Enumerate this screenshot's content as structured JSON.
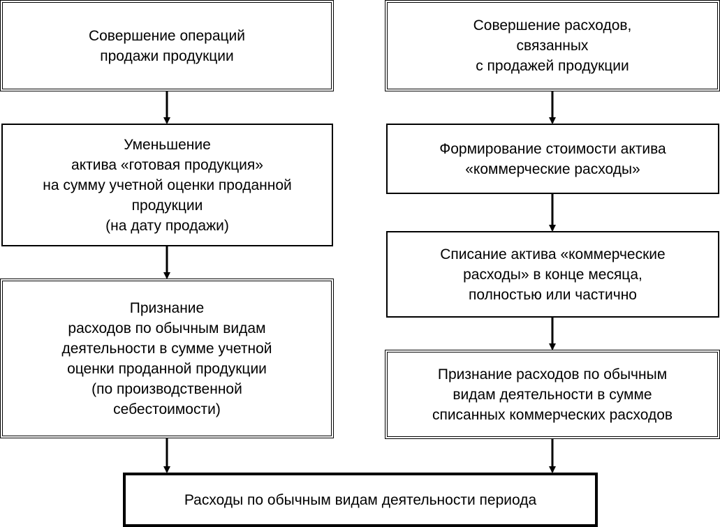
{
  "diagram": {
    "left_column": [
      {
        "id": "l1",
        "text": "Совершение операций\nпродажи продукции"
      },
      {
        "id": "l2",
        "text": "Уменьшение\nактива «готовая продукция»\nна сумму учетной оценки проданной\nпродукции\n(на дату продажи)"
      },
      {
        "id": "l3",
        "text": "Признание\nрасходов по обычным видам\nдеятельности в сумме учетной\nоценки проданной продукции\n(по производственной\nсебестоимости)"
      }
    ],
    "right_column": [
      {
        "id": "r1",
        "text": "Совершение расходов,\nсвязанных\nс продажей продукции"
      },
      {
        "id": "r2",
        "text": "Формирование стоимости актива\n«коммерческие расходы»"
      },
      {
        "id": "r3",
        "text": "Списание актива «коммерческие\nрасходы» в конце месяца,\nполностью или частично"
      },
      {
        "id": "r4",
        "text": "Признание расходов по обычным\nвидам деятельности в сумме\nсписанных коммерческих расходов"
      }
    ],
    "bottom": {
      "id": "b1",
      "text": "Расходы по обычным видам деятельности периода"
    },
    "connections": [
      [
        "l1",
        "l2"
      ],
      [
        "l2",
        "l3"
      ],
      [
        "l3",
        "b1"
      ],
      [
        "r1",
        "r2"
      ],
      [
        "r2",
        "r3"
      ],
      [
        "r3",
        "r4"
      ],
      [
        "r4",
        "b1"
      ]
    ]
  }
}
